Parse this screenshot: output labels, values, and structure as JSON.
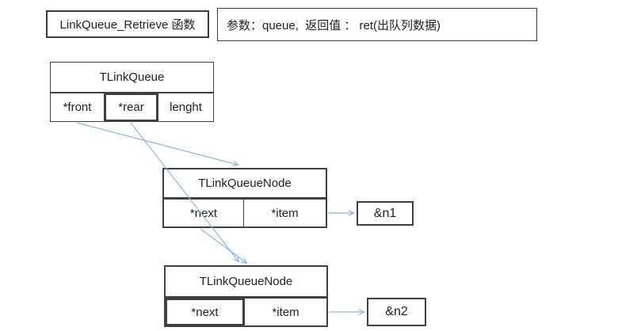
{
  "colors": {
    "background": "#ffffff",
    "border": "#404040",
    "text": "#1f1f1f",
    "arrow": "#8eb4e0"
  },
  "function_box": {
    "label": "LinkQueue_Retrieve 函数"
  },
  "params_box": {
    "label": "参数：queue,  返回值 ： ret(出队列数据)"
  },
  "queue_struct": {
    "title": "TLinkQueue",
    "fields": [
      "*front",
      "*rear",
      "lenght"
    ]
  },
  "node1": {
    "title": "TLinkQueueNode",
    "fields": [
      "*next",
      "*item"
    ]
  },
  "node2": {
    "title": "TLinkQueueNode",
    "fields": [
      "*next",
      "*item"
    ]
  },
  "data_box1": {
    "label": "&n1"
  },
  "data_box2": {
    "label": "&n2"
  },
  "edges": [
    {
      "from": "TLinkQueue.*front",
      "to": "TLinkQueueNode#1"
    },
    {
      "from": "TLinkQueue.*rear",
      "to": "TLinkQueueNode#2"
    },
    {
      "from": "TLinkQueueNode#1.*next",
      "to": "TLinkQueueNode#2"
    },
    {
      "from": "TLinkQueueNode#1.*item",
      "to": "&n1"
    },
    {
      "from": "TLinkQueueNode#2.*item",
      "to": "&n2"
    }
  ]
}
